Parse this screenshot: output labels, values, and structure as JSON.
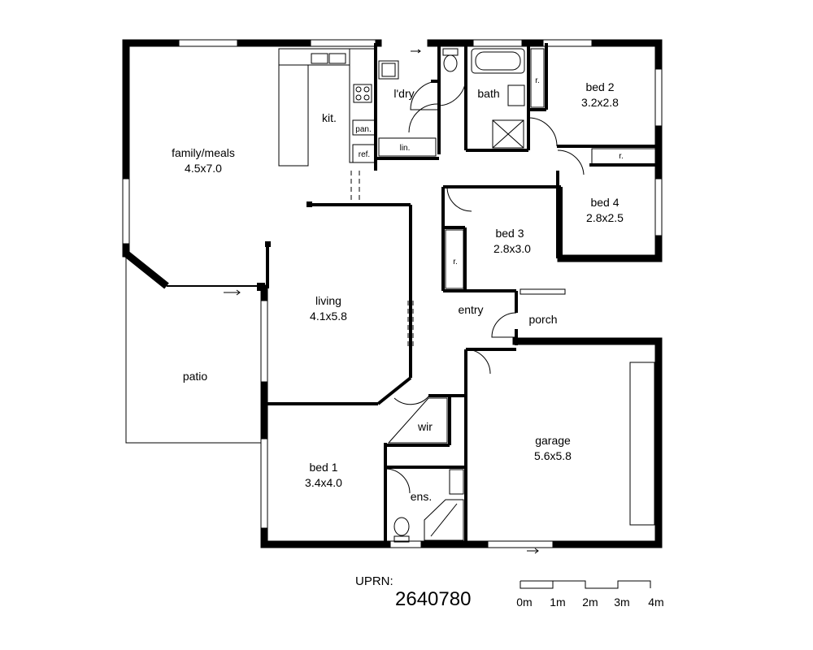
{
  "rooms": {
    "family": {
      "name": "family/meals",
      "dims": "4.5x7.0"
    },
    "kitchen": {
      "name": "kit."
    },
    "pantry": {
      "name": "pan."
    },
    "fridge": {
      "name": "ref."
    },
    "laundry": {
      "name": "l'dry"
    },
    "linen": {
      "name": "lin."
    },
    "bath": {
      "name": "bath"
    },
    "bed2": {
      "name": "bed 2",
      "dims": "3.2x2.8"
    },
    "robe2": {
      "name": "r."
    },
    "bed4": {
      "name": "bed 4",
      "dims": "2.8x2.5"
    },
    "robe4": {
      "name": "r."
    },
    "bed3": {
      "name": "bed 3",
      "dims": "2.8x3.0"
    },
    "robe3": {
      "name": "r."
    },
    "living": {
      "name": "living",
      "dims": "4.1x5.8"
    },
    "entry": {
      "name": "entry"
    },
    "porch": {
      "name": "porch"
    },
    "patio": {
      "name": "patio"
    },
    "garage": {
      "name": "garage",
      "dims": "5.6x5.8"
    },
    "bed1": {
      "name": "bed 1",
      "dims": "3.4x4.0"
    },
    "wir": {
      "name": "wir"
    },
    "ensuite": {
      "name": "ens."
    }
  },
  "uprn": {
    "label": "UPRN:",
    "number": "2640780"
  },
  "scale": {
    "ticks": [
      "0m",
      "1m",
      "2m",
      "3m",
      "4m"
    ]
  }
}
